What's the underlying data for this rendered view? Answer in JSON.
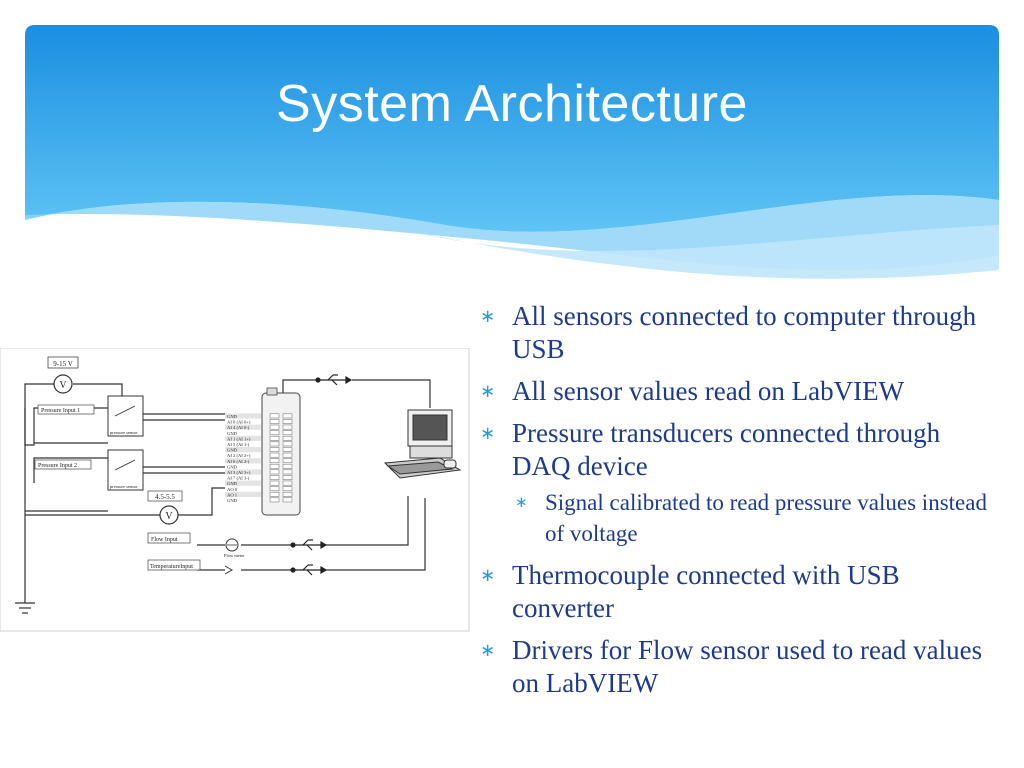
{
  "slide": {
    "title": "System Architecture",
    "colors": {
      "header_blue": "#1a8ee0",
      "header_light": "#5fc4f5",
      "bullet_text": "#1c3b8a",
      "bullet_marker": "#2b9bd8"
    },
    "bullet_marker": "∗",
    "bullets": [
      {
        "level": 1,
        "text": "All sensors connected to computer through USB"
      },
      {
        "level": 1,
        "text": "All sensor values read on LabVIEW"
      },
      {
        "level": 1,
        "text": "Pressure transducers connected through DAQ device"
      },
      {
        "level": 2,
        "text": "Signal calibrated to read pressure values instead of voltage"
      },
      {
        "level": 1,
        "text": "Thermocouple connected with USB converter"
      },
      {
        "level": 1,
        "text": "Drivers for Flow sensor used to read values on LabVIEW"
      }
    ]
  },
  "diagram": {
    "supply_label": "9-15 V",
    "voltmeter_symbol": "V",
    "pressure_input_1": "Pressure Input 1",
    "pressure_input_2": "Pressure Input 2",
    "pressure_sensor_label": "pressure sensor",
    "flow_supply_label": "4.5-5.5",
    "flow_input": "Flow Input",
    "flow_meter_label": "Flow meter",
    "temperature_input": "TemperatureInput",
    "daq_pins": [
      "GND",
      "AI 0 (AI 0+)",
      "AI 4 (AI 0-)",
      "GND",
      "AI 1 (AI 1+)",
      "AI 5 (AI 1-)",
      "GND",
      "AI 2 (AI 2+)",
      "AI 6 (AI 2-)",
      "GND",
      "AI 3 (AI 3+)",
      "AI 7 (AI 3-)",
      "GND",
      "AO 0",
      "AO 1",
      "GND"
    ]
  }
}
